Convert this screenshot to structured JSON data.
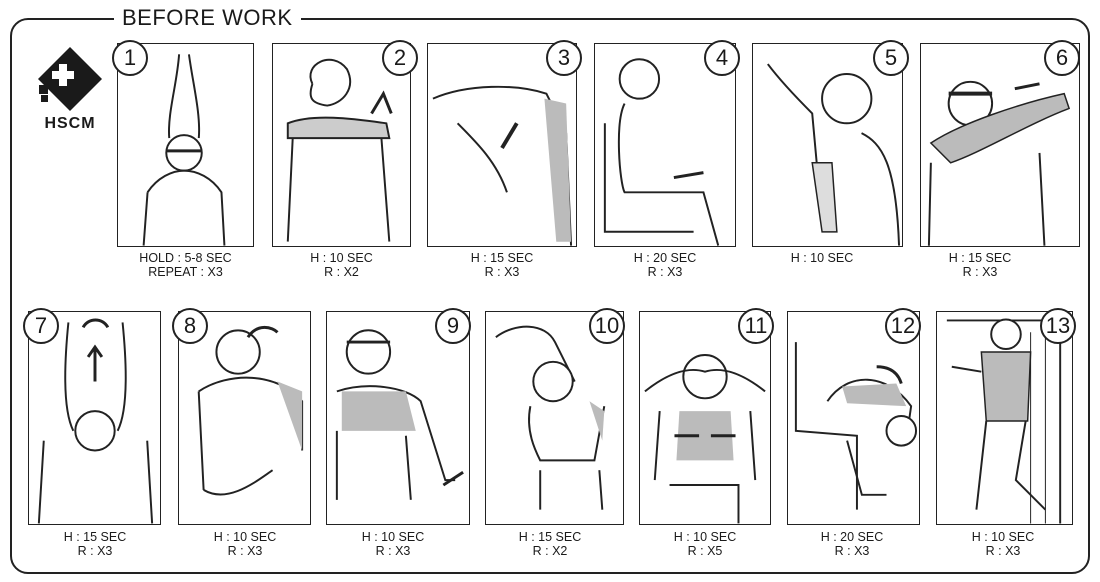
{
  "title": "BEFORE WORK",
  "logo": {
    "text": "HSCM",
    "icon": "medical-cross-diamond-icon"
  },
  "exercises": [
    {
      "number": "1",
      "hold": "HOLD : 5-8 SEC",
      "repeat": "REPEAT : X3",
      "icon": "overhead-reach-stretch-icon"
    },
    {
      "number": "2",
      "hold": "H : 10 SEC",
      "repeat": "R : X2",
      "icon": "cross-arm-pull-stretch-icon"
    },
    {
      "number": "3",
      "hold": "H : 15 SEC",
      "repeat": "R : X3",
      "icon": "tricep-overhead-stretch-icon"
    },
    {
      "number": "4",
      "hold": "H : 20 SEC",
      "repeat": "R : X3",
      "icon": "seated-posture-stretch-icon"
    },
    {
      "number": "5",
      "hold": "H : 10 SEC",
      "repeat": "",
      "icon": "towel-shoulder-stretch-icon"
    },
    {
      "number": "6",
      "hold": "H : 15 SEC",
      "repeat": "R : X3",
      "icon": "arm-extension-stretch-icon"
    },
    {
      "number": "7",
      "hold": "H : 15 SEC",
      "repeat": "R : X3",
      "icon": "overhead-hands-up-stretch-icon"
    },
    {
      "number": "8",
      "hold": "H : 10 SEC",
      "repeat": "R : X3",
      "icon": "hands-behind-back-stretch-icon"
    },
    {
      "number": "9",
      "hold": "H : 10 SEC",
      "repeat": "R : X3",
      "icon": "wrist-flex-stretch-icon"
    },
    {
      "number": "10",
      "hold": "H : 15 SEC",
      "repeat": "R : X2",
      "icon": "side-bend-stretch-icon"
    },
    {
      "number": "11",
      "hold": "H : 10 SEC",
      "repeat": "R : X5",
      "icon": "hands-behind-head-stretch-icon"
    },
    {
      "number": "12",
      "hold": "H : 20 SEC",
      "repeat": "R : X3",
      "icon": "seated-forward-bend-stretch-icon"
    },
    {
      "number": "13",
      "hold": "H : 10 SEC",
      "repeat": "R : X3",
      "icon": "wall-calf-stretch-icon"
    }
  ]
}
